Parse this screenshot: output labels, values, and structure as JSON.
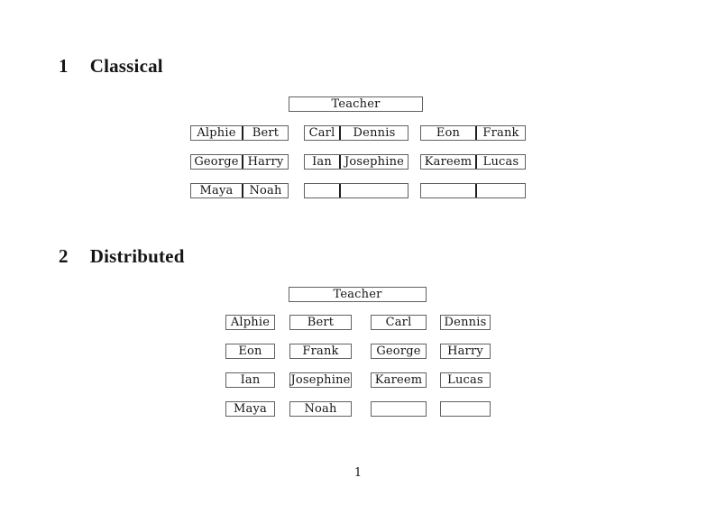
{
  "colors": {
    "box_border": "#616161",
    "desk_divider": "#1f1f1f",
    "text": "#151515",
    "background": "#ffffff"
  },
  "document": {
    "page_number": "1"
  },
  "sections": [
    {
      "number": "1",
      "title": "Classical",
      "teacher_label": "Teacher",
      "rows": [
        [
          [
            "Alphie",
            "Bert"
          ],
          [
            "Carl",
            "Dennis"
          ],
          [
            "Eon",
            "Frank"
          ]
        ],
        [
          [
            "George",
            "Harry"
          ],
          [
            "Ian",
            "Josephine"
          ],
          [
            "Kareem",
            "Lucas"
          ]
        ],
        [
          [
            "Maya",
            "Noah"
          ],
          [
            "",
            ""
          ],
          [
            "",
            ""
          ]
        ]
      ]
    },
    {
      "number": "2",
      "title": "Distributed",
      "teacher_label": "Teacher",
      "rows": [
        [
          "Alphie",
          "Bert",
          "Carl",
          "Dennis"
        ],
        [
          "Eon",
          "Frank",
          "George",
          "Harry"
        ],
        [
          "Ian",
          "Josephine",
          "Kareem",
          "Lucas"
        ],
        [
          "Maya",
          "Noah",
          "",
          ""
        ]
      ]
    }
  ]
}
